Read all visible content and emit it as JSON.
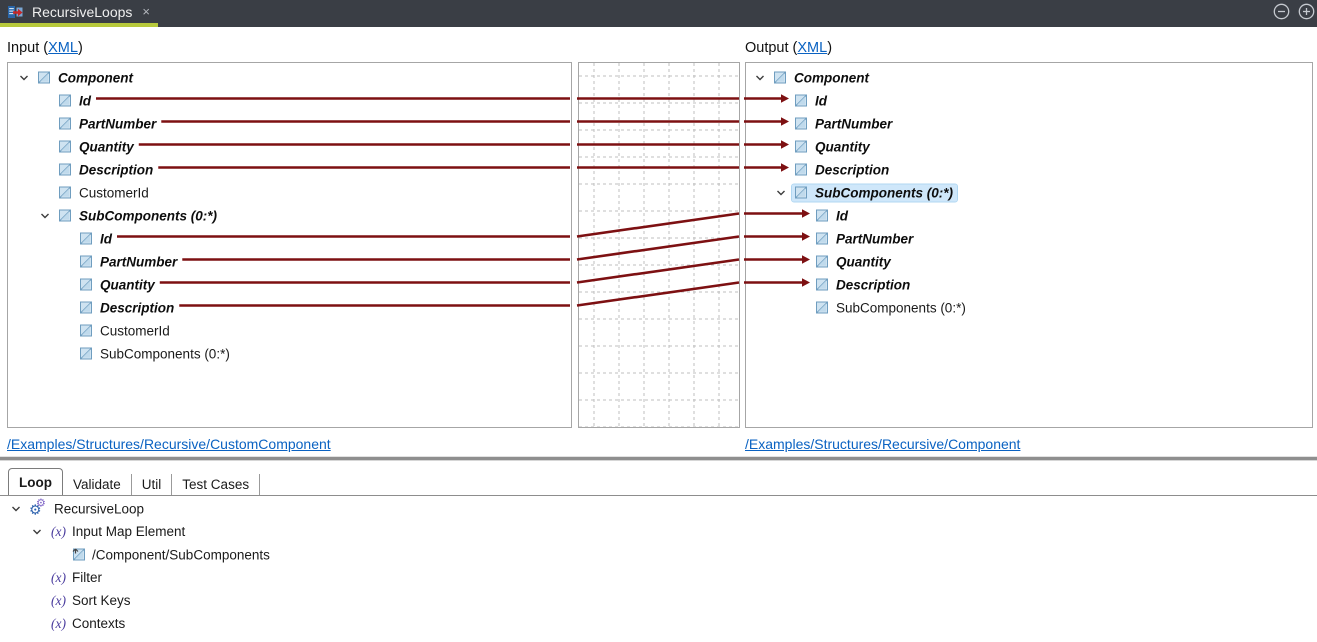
{
  "window": {
    "tab_title": "RecursiveLoops"
  },
  "icons": {
    "close": "×",
    "fx": "(x)",
    "gear": "⚙"
  },
  "header": {
    "input_label": "Input (",
    "output_label": "Output (",
    "xml_link": "XML",
    "suffix": ")"
  },
  "input_tree": [
    {
      "label": "Component",
      "depth": 0,
      "mapped": true,
      "expanded": true
    },
    {
      "label": "Id",
      "depth": 1,
      "mapped": true
    },
    {
      "label": "PartNumber",
      "depth": 1,
      "mapped": true
    },
    {
      "label": "Quantity",
      "depth": 1,
      "mapped": true
    },
    {
      "label": "Description",
      "depth": 1,
      "mapped": true
    },
    {
      "label": "CustomerId",
      "depth": 1
    },
    {
      "label": "SubComponents (0:*)",
      "depth": 1,
      "mapped": true,
      "expanded": true
    },
    {
      "label": "Id",
      "depth": 2,
      "mapped": true
    },
    {
      "label": "PartNumber",
      "depth": 2,
      "mapped": true
    },
    {
      "label": "Quantity",
      "depth": 2,
      "mapped": true
    },
    {
      "label": "Description",
      "depth": 2,
      "mapped": true
    },
    {
      "label": "CustomerId",
      "depth": 2
    },
    {
      "label": "SubComponents (0:*)",
      "depth": 2
    }
  ],
  "output_tree": [
    {
      "label": "Component",
      "depth": 0,
      "mapped": true,
      "expanded": true
    },
    {
      "label": "Id",
      "depth": 1,
      "mapped": true,
      "arrow": true
    },
    {
      "label": "PartNumber",
      "depth": 1,
      "mapped": true,
      "arrow": true
    },
    {
      "label": "Quantity",
      "depth": 1,
      "mapped": true,
      "arrow": true
    },
    {
      "label": "Description",
      "depth": 1,
      "mapped": true,
      "arrow": true
    },
    {
      "label": "SubComponents (0:*)",
      "depth": 1,
      "mapped": true,
      "expanded": true,
      "highlight": true
    },
    {
      "label": "Id",
      "depth": 2,
      "mapped": true,
      "arrow": true
    },
    {
      "label": "PartNumber",
      "depth": 2,
      "mapped": true,
      "arrow": true
    },
    {
      "label": "Quantity",
      "depth": 2,
      "mapped": true,
      "arrow": true
    },
    {
      "label": "Description",
      "depth": 2,
      "mapped": true,
      "arrow": true
    },
    {
      "label": "SubComponents (0:*)",
      "depth": 2
    }
  ],
  "mappings": [
    {
      "from": 1,
      "to": 1
    },
    {
      "from": 2,
      "to": 2
    },
    {
      "from": 3,
      "to": 3
    },
    {
      "from": 4,
      "to": 4
    },
    {
      "from": 7,
      "to": 6
    },
    {
      "from": 8,
      "to": 7
    },
    {
      "from": 9,
      "to": 8
    },
    {
      "from": 10,
      "to": 9
    }
  ],
  "footer": {
    "input_path": "/Examples/Structures/Recursive/CustomComponent",
    "output_path": "/Examples/Structures/Recursive/Component"
  },
  "tabs": {
    "items": [
      "Loop",
      "Validate",
      "Util",
      "Test Cases"
    ],
    "active": "Loop"
  },
  "loop_tree": [
    {
      "label": "RecursiveLoop",
      "depth": 0,
      "icon": "gears",
      "expanded": true
    },
    {
      "label": "Input Map Element",
      "depth": 1,
      "icon": "fx",
      "expanded": true
    },
    {
      "label": "/Component/SubComponents",
      "depth": 2,
      "icon": "node-arrow"
    },
    {
      "label": "Filter",
      "depth": 1,
      "icon": "fx"
    },
    {
      "label": "Sort Keys",
      "depth": 1,
      "icon": "fx"
    },
    {
      "label": "Contexts",
      "depth": 1,
      "icon": "fx"
    }
  ],
  "colors": {
    "map_line": "#7d1012",
    "tab_underline": "#b7c93b",
    "tabbar_bg": "#3a3e45",
    "selection": "#cfe7fa",
    "link": "#0a62c2"
  }
}
